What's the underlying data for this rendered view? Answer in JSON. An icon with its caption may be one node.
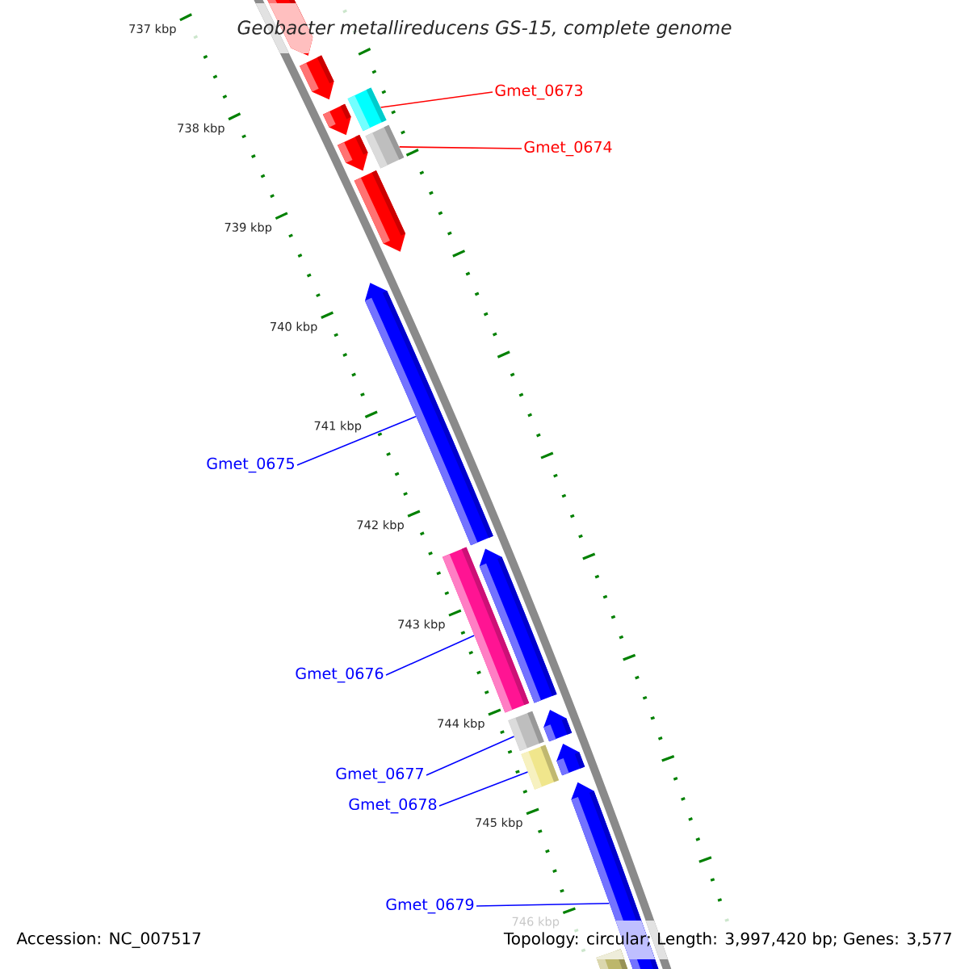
{
  "diagram": {
    "title": "Geobacter metallireducens GS-15, complete genome",
    "nodes": [
      {
        "text": [],
        "shape": "pentagon"
      },
      {
        "text": [],
        "shape": "pentagon"
      },
      {
        "text": [],
        "shape": "box"
      },
      {
        "text": [
          "Gmet_0673"
        ]
      },
      {
        "text": [],
        "shape": "pentagon"
      },
      {
        "text": [],
        "shape": "box"
      },
      {
        "text": [],
        "shape": "pentagon"
      },
      {
        "text": [
          "Gmet_0674"
        ]
      },
      {
        "text": [],
        "shape": "pentagon"
      },
      {
        "text": [],
        "shape": "pentagon"
      },
      {
        "text": [
          "Gmet_0675"
        ]
      },
      {
        "text": [],
        "shape": "pentagon"
      },
      {
        "text": [],
        "shape": "box"
      },
      {
        "text": [
          "Gmet_0676"
        ]
      },
      {
        "text": [],
        "shape": "pentagon"
      },
      {
        "text": [],
        "shape": "box"
      },
      {
        "text": [],
        "shape": "pentagon"
      },
      {
        "text": [],
        "shape": "box"
      },
      {
        "text": [
          "Gmet_0677"
        ]
      },
      {
        "text": [
          "Gmet_0678"
        ]
      },
      {
        "text": [],
        "shape": "pentagon"
      },
      {
        "text": [
          "Gmet_0679"
        ]
      },
      {
        "text": [],
        "shape": "box"
      }
    ],
    "edges": [
      {
        "from": 3,
        "to": 2,
        "arrow": "none",
        "color": "#ff0000"
      },
      {
        "from": 7,
        "to": 5,
        "arrow": "none",
        "color": "#ff0000"
      },
      {
        "from": 10,
        "to": 9,
        "arrow": "none"
      },
      {
        "from": 13,
        "to": 12,
        "arrow": "none"
      },
      {
        "from": 18,
        "to": 15,
        "arrow": "none"
      },
      {
        "from": 19,
        "to": 17,
        "arrow": "none"
      },
      {
        "from": 21,
        "to": 20,
        "arrow": "none"
      }
    ],
    "labels": [
      "737 kbp",
      "738 kbp",
      "739 kbp",
      "740 kbp",
      "741 kbp",
      "742 kbp",
      "743 kbp",
      "744 kbp",
      "745 kbp",
      "746 kbp",
      "Accession: NC_007517",
      "Topology: circular; Length: 3,997,420 bp; Genes: 3,577"
    ]
  }
}
